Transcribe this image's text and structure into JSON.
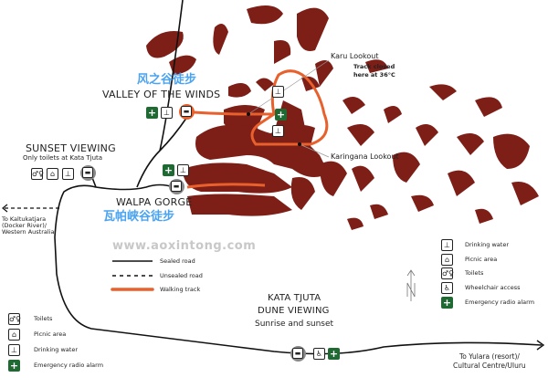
{
  "places": {
    "valley_cn": "风之谷徒步",
    "valley": "VALLEY OF THE WINDS",
    "sunset": "SUNSET VIEWING",
    "sunset_note": "Only toilets at Kata Tjuta",
    "walpa": "WALPA GORGE",
    "walpa_cn": "瓦帕峡谷徒步",
    "dune_1": "KATA TJUTA",
    "dune_2": "DUNE VIEWING",
    "dune_3": "Sunrise and sunset",
    "karu": "Karu Lookout",
    "track_closed_1": "Track closed",
    "track_closed_2": "here at 36°C",
    "karingana": "Karingana Lookout",
    "to_west_1": "To Kaltukatjara",
    "to_west_2": "(Docker River)/",
    "to_west_3": "Western Australia",
    "to_east_1": "To Yulara (resort)/",
    "to_east_2": "Cultural Centre/Uluru"
  },
  "watermark": "www.aoxintong.com",
  "road_legend": [
    "Sealed road",
    "Unsealed road",
    "Walking track"
  ],
  "legend_left": [
    "Toilets",
    "Picnic area",
    "Drinking water",
    "Emergency radio alarm"
  ],
  "legend_right": [
    "Drinking water",
    "Picnic area",
    "Toilets",
    "Wheelchair access",
    "Emergency radio alarm"
  ],
  "colors": {
    "rock": "#7d1e17",
    "track": "#e8602c",
    "first_aid": "#1f6a33",
    "chinese_label": "#4aa3f0"
  }
}
